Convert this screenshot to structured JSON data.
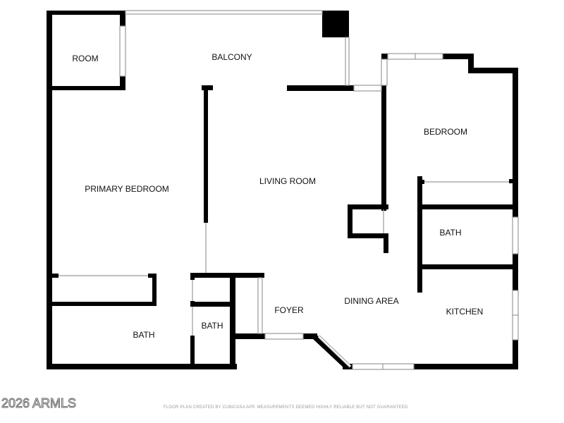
{
  "floor_plan": {
    "rooms": {
      "room": "ROOM",
      "balcony": "BALCONY",
      "primary_bedroom": "PRIMARY BEDROOM",
      "living_room": "LIVING ROOM",
      "bedroom": "BEDROOM",
      "bath_main": "BATH",
      "bath_primary": "BATH",
      "bath_small": "BATH",
      "foyer": "FOYER",
      "dining_area": "DINING AREA",
      "kitchen": "KITCHEN"
    },
    "wall_color": "#000000",
    "window_color": "#9a9a9a"
  },
  "footer": {
    "disclaimer": "FLOOR PLAN CREATED BY CUBICASA APP. MEASUREMENTS DEEMED HIGHLY RELIABLE BUT NOT GUARANTEED.",
    "watermark": "2026 ARMLS"
  }
}
